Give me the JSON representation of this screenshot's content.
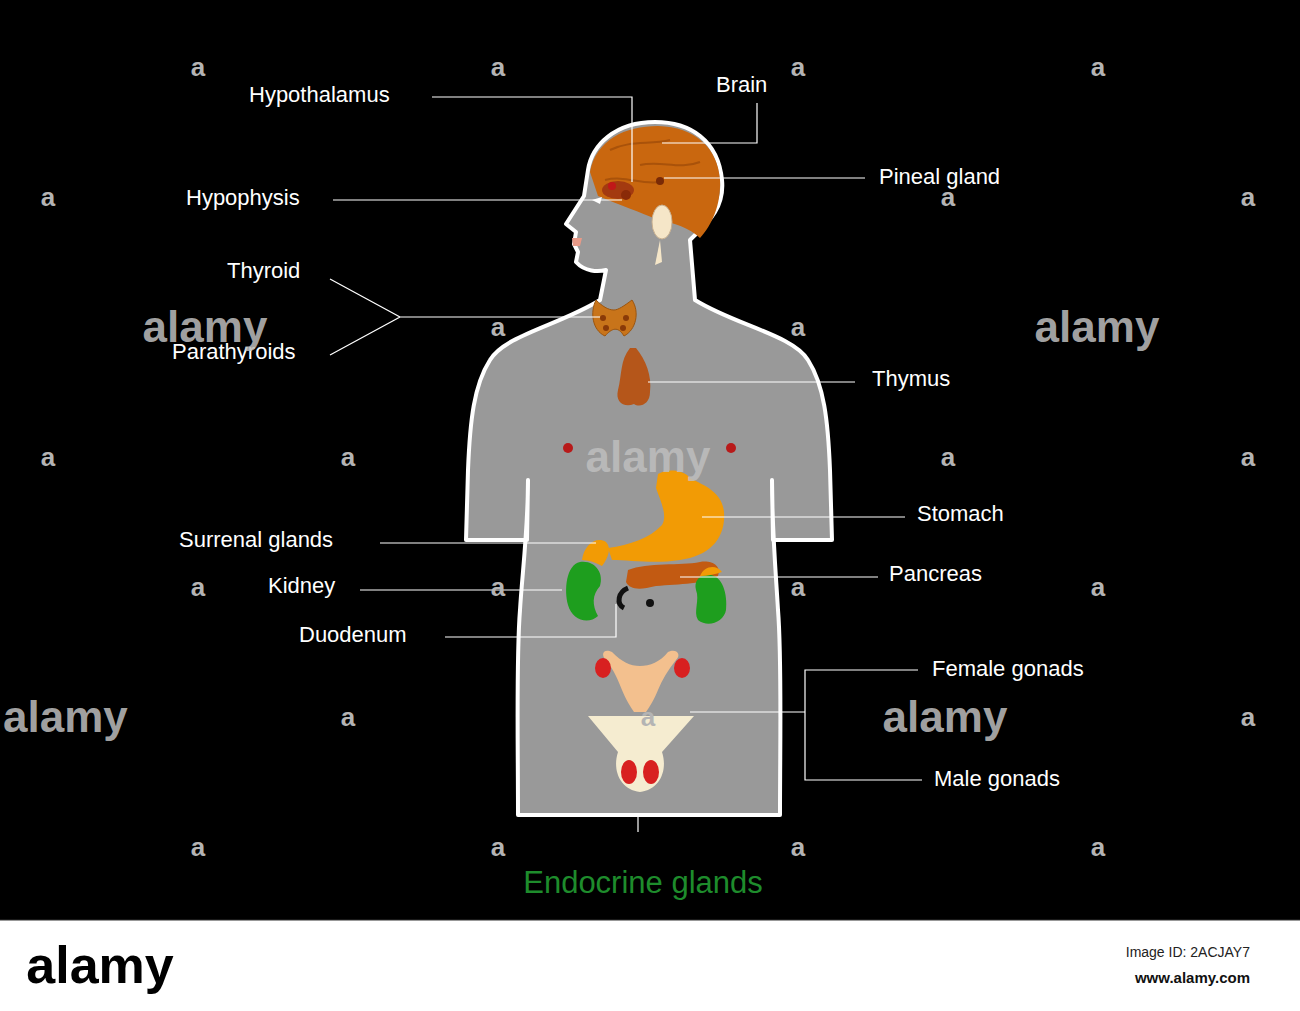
{
  "diagram": {
    "title": "Endocrine glands",
    "labels": [
      "Hypothalamus",
      "Brain",
      "Pineal gland",
      "Hypophysis",
      "Thyroid",
      "Parathyroids",
      "Thymus",
      "Stomach",
      "Surrenal glands",
      "Pancreas",
      "Kidney",
      "Duodenum",
      "Female gonads",
      "Male gonads",
      "a",
      "a",
      "a",
      "a",
      "a",
      "a",
      "a",
      "alamy",
      "a",
      "a",
      "alamy",
      "a",
      "a",
      "alamy",
      "a",
      "a",
      "a",
      "a",
      "a",
      "a",
      "alamy",
      "a",
      "a",
      "alamy",
      "a",
      "a",
      "a",
      "a",
      "a",
      "alamy",
      "Image ID: 2ACJAY7",
      "www.alamy.com"
    ]
  }
}
